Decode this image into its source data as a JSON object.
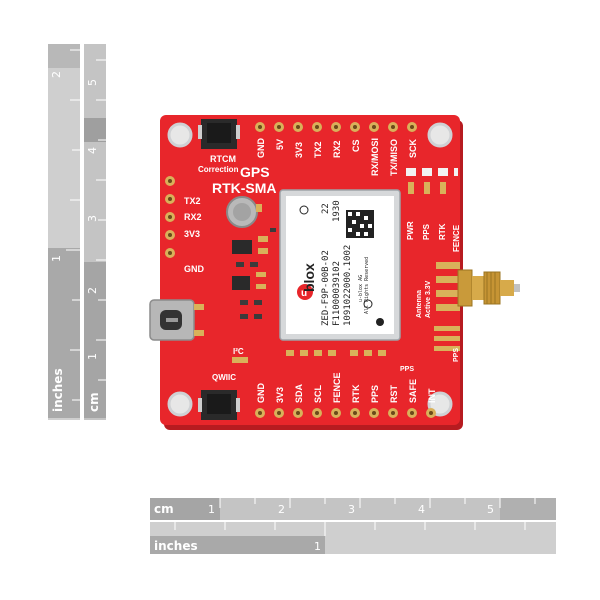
{
  "board": {
    "title_line1": "GPS",
    "title_line2": "RTK-SMA",
    "rtcm_line1": "RTCM",
    "rtcm_line2": "Correction",
    "top_pins": [
      "GND",
      "5V",
      "3V3",
      "TX2",
      "RX2",
      "CS",
      "RX/MOSI",
      "TX/MISO",
      "SCK"
    ],
    "left_pins": [
      "TX2",
      "RX2",
      "3V3",
      "GND"
    ],
    "bottom_pins": [
      "GND",
      "3V3",
      "SDA",
      "SCL",
      "FENCE",
      "RTK",
      "PPS",
      "RST",
      "SAFE",
      "INT"
    ],
    "right_leds": [
      "PWR",
      "PPS",
      "RTK",
      "FENCE"
    ],
    "i2c_label": "I²C",
    "qwiic_label": "QWIIC",
    "pps_label": "PPS",
    "pps_label2": "PPS",
    "antenna_line1": "Antenna",
    "antenna_line2": "Active 3.3V",
    "led_colors": {
      "board_red": "#e8262b",
      "pad_gold": "#d9b15a",
      "silk": "#ffffff"
    }
  },
  "module": {
    "brand": "blox",
    "brand_prefix": "u",
    "model": "ZED-F9P-00B-02",
    "line2": "F11000039102",
    "line3": "1091022000.1002",
    "code_top": "22",
    "code_mid": "1930",
    "copyright1": "u-blox AG",
    "copyright2": "All Rights Reserved"
  },
  "ruler_left": {
    "inch_label": "inches",
    "cm_label": "cm",
    "inch_ticks": [
      "2",
      "1"
    ],
    "cm_ticks": [
      "5",
      "4",
      "3",
      "2",
      "1"
    ]
  },
  "ruler_bottom": {
    "cm_label": "cm",
    "inch_label": "inches",
    "cm_ticks": [
      "1",
      "2",
      "3",
      "4",
      "5"
    ],
    "inch_ticks": [
      "1"
    ]
  }
}
